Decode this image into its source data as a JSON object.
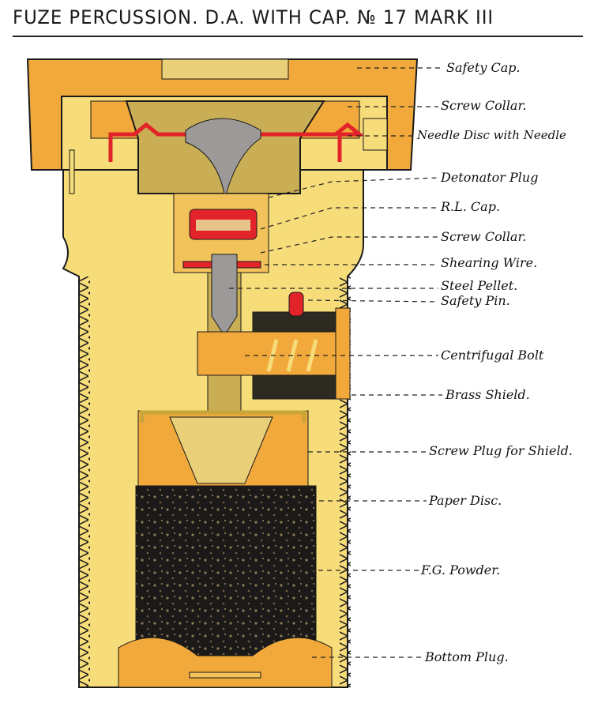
{
  "title": "FUZE PERCUSSION. D.A. WITH CAP. № 17  MARK III",
  "colors": {
    "body": "#f7dc7a",
    "orange": "#f2a93b",
    "red": "#e3232a",
    "steel": "#9c9a98",
    "powder": "#1c1a18",
    "outline": "#1a1a1a"
  },
  "labels": [
    "Safety Cap.",
    "Screw Collar.",
    "Needle Disc with Needle",
    "Detonator Plug",
    "R.L. Cap.",
    "Screw Collar.",
    "Shearing Wire.",
    "Steel Pellet.",
    "Safety Pin.",
    "Centrifugal Bolt",
    "Brass Shield.",
    "Screw Plug for Shield.",
    "Paper Disc.",
    "F.G. Powder.",
    "Bottom Plug."
  ]
}
